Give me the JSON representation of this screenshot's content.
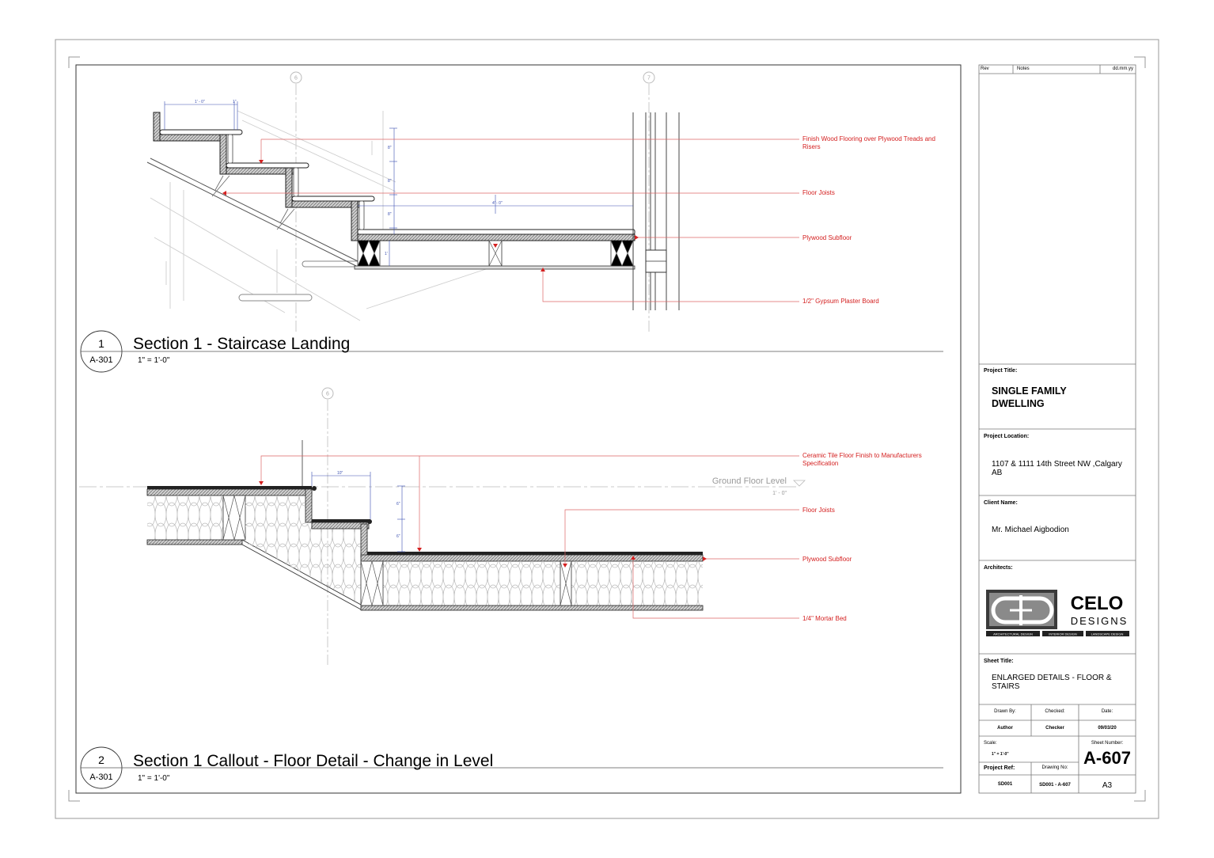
{
  "sections": [
    {
      "number": "1",
      "sheet_ref": "A-301",
      "title": "Section 1 - Staircase Landing",
      "scale": "1\" = 1'-0\""
    },
    {
      "number": "2",
      "sheet_ref": "A-301",
      "title": "Section 1 Callout - Floor Detail - Change in Level",
      "scale": "1\" = 1'-0\""
    }
  ],
  "gridlines": {
    "top": [
      "6",
      "7"
    ],
    "bottom": [
      "6"
    ]
  },
  "notes_top": [
    {
      "lines": [
        "Finish Wood Flooring over Plywood Treads and",
        "Risers"
      ]
    },
    {
      "lines": [
        "Floor Joists"
      ]
    },
    {
      "lines": [
        "Plywood Subfloor"
      ]
    },
    {
      "lines": [
        "1/2\" Gypsum Plaster Board"
      ]
    }
  ],
  "notes_bottom": [
    {
      "lines": [
        "Ceramic Tile Floor Finish to Manufacturers",
        "Specification"
      ]
    },
    {
      "lines": [
        "Floor Joists"
      ]
    },
    {
      "lines": [
        "Plywood Subfloor"
      ]
    },
    {
      "lines": [
        "1/4\" Mortar Bed"
      ]
    }
  ],
  "dims_top": {
    "tread": "1' - 0\"",
    "nose": "1\"",
    "riser": "8\"",
    "span": "4' - 0\"",
    "joist": "1'"
  },
  "dims_bottom": {
    "tread": "10\"",
    "riser": "6\""
  },
  "level": {
    "name": "Ground Floor Level",
    "elevation": "1' - 0\""
  },
  "title_block": {
    "rev_header": {
      "rev": "Rev",
      "notes": "Notes",
      "date": "dd.mm.yy"
    },
    "project_title_label": "Project Title:",
    "project_title": "SINGLE FAMILY DWELLING",
    "project_location_label": "Project Location:",
    "project_location": "1107 & 1111 14th Street NW ,Calgary AB",
    "client_label": "Client Name:",
    "client": "Mr. Michael Aigbodion",
    "architects_label": "Architects:",
    "logo": {
      "word1": "CELO",
      "word2": "DESIGNS",
      "tags": [
        "ARCHITECTURAL DESIGN",
        "INTERIOR DESIGN",
        "LANDSCAPE DESIGN"
      ]
    },
    "sheet_title_label": "Sheet Title:",
    "sheet_title": "ENLARGED DETAILS - FLOOR & STAIRS",
    "drawn_by_label": "Drawn By:",
    "drawn_by": "Author",
    "checked_label": "Checked:",
    "checked": "Checker",
    "date_label": "Date:",
    "date": "09/03/20",
    "scale_label": "Scale:",
    "scale": "1\" = 1'-0\"",
    "sheet_number_label": "Sheet Number:",
    "sheet_number": "A-607",
    "project_ref_label": "Project Ref:",
    "project_ref": "SD001",
    "drawing_no_label": "Drawing No:",
    "drawing_no": "SD001 - A-607",
    "paper": "A3"
  }
}
